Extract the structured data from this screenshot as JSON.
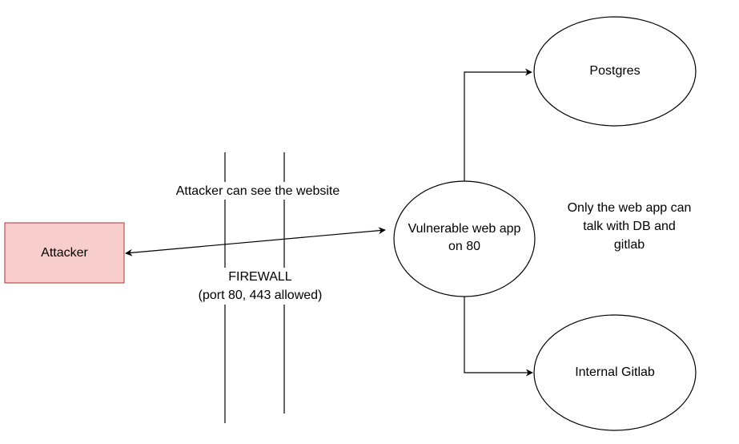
{
  "colors": {
    "attacker_fill": "#f8cecc",
    "attacker_stroke": "#b85450",
    "line": "#000000"
  },
  "nodes": {
    "attacker": "Attacker",
    "web_app": [
      "Vulnerable web app",
      "on 80"
    ],
    "postgres": "Postgres",
    "gitlab": "Internal Gitlab"
  },
  "labels": {
    "top": "Attacker can see the website",
    "firewall": [
      "FIREWALL",
      "(port 80, 443 allowed)"
    ],
    "note": [
      "Only the web app can",
      "talk with DB and",
      "gitlab"
    ]
  }
}
